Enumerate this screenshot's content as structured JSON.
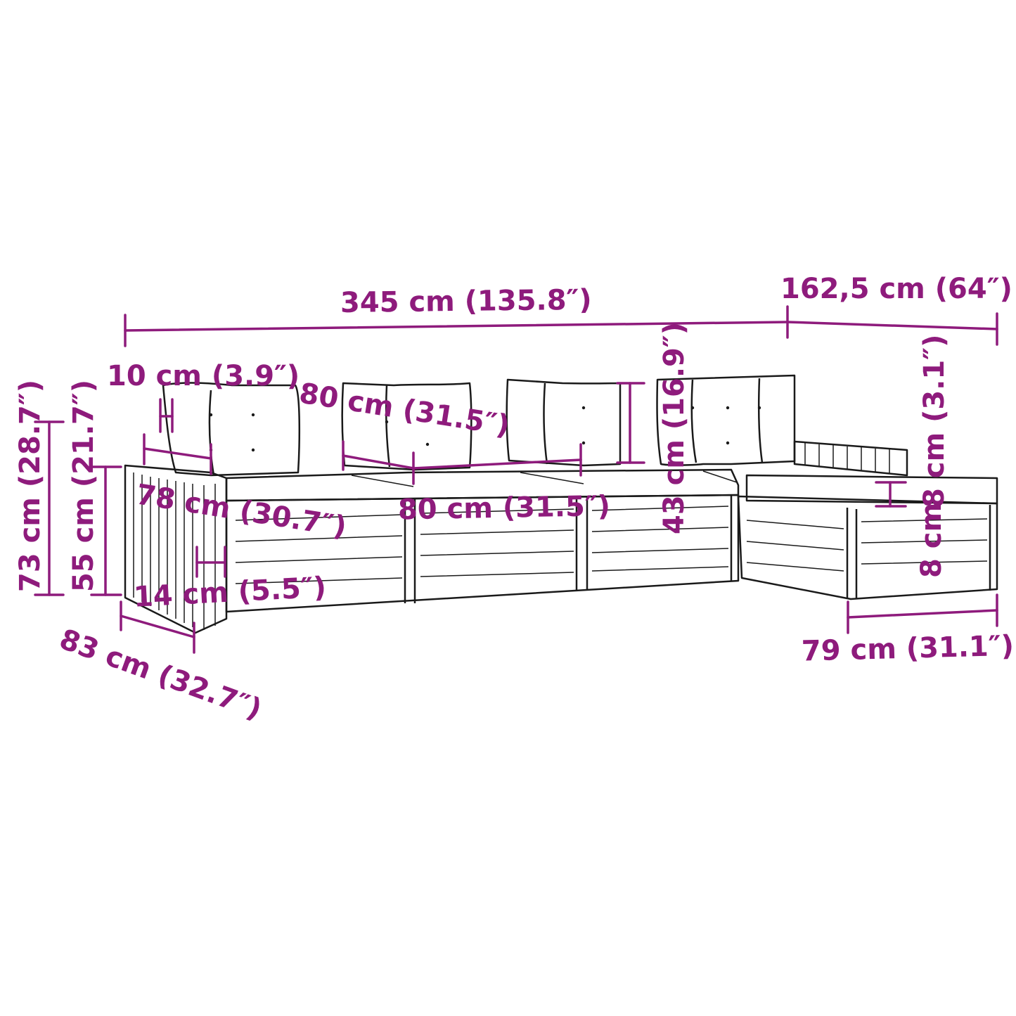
{
  "colors": {
    "annotation": "#8e1b7c",
    "outline": "#1a1a1a",
    "background": "#ffffff"
  },
  "dimensions": {
    "total_length": "345 cm (135.8″)",
    "ottoman_depth_total": "162,5 cm (64″)",
    "backrest_thickness": "10 cm (3.9″)",
    "seat_width_top": "80 cm (31.5″)",
    "seat_depth": "78 cm (30.7″)",
    "seat_width_front": "80 cm (31.5″)",
    "backrest_height": "43 cm (16.9″)",
    "armrest_height": "55 cm (21.7″)",
    "total_height": "73 cm (28.7″)",
    "leg_height": "14 cm (5.5″)",
    "total_depth": "83 cm (32.7″)",
    "cushion_thickness_top": "8 cm (3.1″)",
    "cushion_thickness_vertical": "8 cm",
    "ottoman_width": "79 cm (31.1″)"
  }
}
